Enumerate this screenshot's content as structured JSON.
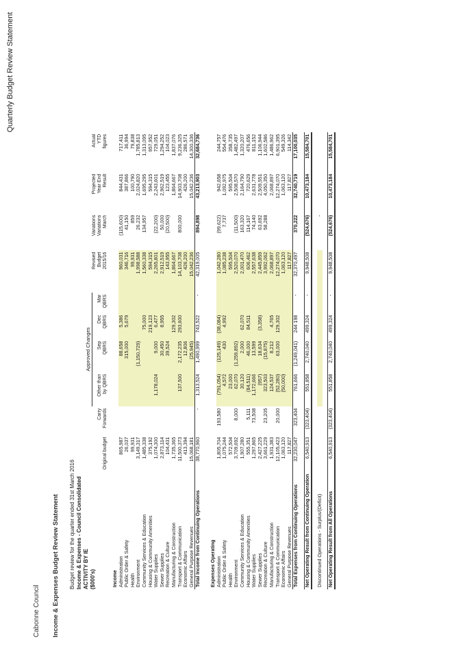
{
  "header": {
    "organisation": "Cabonne Council",
    "document_title": "Quarterly Budget Review Statement",
    "statement_title": "Income & Expenses Budget Review Statement",
    "period_line": "Budget review for the quarter ended 31st March 2016",
    "scope": "Income & Expenses - Council Consolidated",
    "activity": "ACTIVITY BY IE",
    "units": "($000's)"
  },
  "columns": {
    "approved_group": "Approved Changes",
    "original": "Original budget",
    "carry_1": "Carry",
    "carry_2": "Forwards",
    "other_1": "Other than",
    "other_2": "by QBRS",
    "sep_1": "Sep",
    "sep_2": "QBRS",
    "dec_1": "Dec",
    "dec_2": "QBRS",
    "mar_1": "Mar",
    "mar_2": "QBRS",
    "revised_1": "Revised",
    "revised_2": "Budget",
    "revised_3": "2015/16",
    "var_1": "Variations",
    "var_2": "Variations",
    "var_3": "March",
    "proj_1": "Projected",
    "proj_2": "Year End",
    "proj_3": "Result",
    "actual_1": "Actual",
    "actual_2": "YTD",
    "actual_3": "figures"
  },
  "rows": [
    {
      "type": "section",
      "label": "Income",
      "v": [
        "",
        "",
        "",
        "",
        "",
        "",
        "",
        "",
        "",
        ""
      ]
    },
    {
      "label": "Administration",
      "v": [
        "865,987",
        "",
        "",
        "88,658",
        "5,386",
        "",
        "960,031",
        "(115,600)",
        "844,431",
        "717,411"
      ]
    },
    {
      "label": "Public Order & Safety",
      "v": [
        "26,037",
        "",
        "",
        "315,000",
        "5,679",
        "",
        "346,716",
        "41,150",
        "387,866",
        "36,994"
      ]
    },
    {
      "label": "Health",
      "v": [
        "99,931",
        "",
        "",
        "",
        "",
        "",
        "99,931",
        "859",
        "100,790",
        "79,838"
      ]
    },
    {
      "label": "Environment",
      "v": [
        "3,149,317",
        "",
        "",
        "(1,150,729)",
        "",
        "",
        "1,998,588",
        "26,232",
        "2,024,820",
        "1,785,813"
      ]
    },
    {
      "label": "Community Services & Education",
      "v": [
        "1,485,338",
        "",
        "",
        "",
        "75,000",
        "",
        "1,560,338",
        "134,957",
        "1,695,295",
        "1,313,095"
      ]
    },
    {
      "label": "Housing & Community Amenities",
      "v": [
        "375,192",
        "",
        "",
        "",
        "219,123",
        "",
        "594,315",
        "",
        "594,315",
        "957,952"
      ]
    },
    {
      "label": "Water Supplies",
      "v": [
        "1,074,300",
        "",
        "1,178,024",
        "9,000",
        "6,477",
        "",
        "2,265,801",
        "(22,200)",
        "2,243,601",
        "729,051"
      ]
    },
    {
      "label": "Sewer Supplies",
      "v": [
        "2,873,114",
        "",
        "",
        "30,450",
        "8,955",
        "",
        "2,912,519",
        "50,000",
        "2,962,519",
        "1,294,252"
      ]
    },
    {
      "label": "Recreation & Culture",
      "v": [
        "104,431",
        "",
        "",
        "39,524",
        "",
        "",
        "143,955",
        "(20,500)",
        "123,455",
        "104,023"
      ]
    },
    {
      "label": "Manufacturing & Construction",
      "v": [
        "1,735,365",
        "",
        "",
        "",
        "129,302",
        "",
        "1,864,667",
        "",
        "1,864,667",
        "1,837,076"
      ]
    },
    {
      "label": "Transport & Communication",
      "v": [
        "11,500,373",
        "",
        "137,500",
        "2,172,235",
        "293,600",
        "",
        "14,103,708",
        "800,000",
        "14,903,708",
        "9,236,325"
      ]
    },
    {
      "label": "Economic Affairs",
      "v": [
        "413,394",
        "",
        "",
        "12,806",
        "",
        "",
        "426,200",
        "",
        "426,200",
        "286,571"
      ]
    },
    {
      "label": "General Purpose Revenues",
      "v": [
        "15,068,181",
        "",
        "",
        "(25,945)",
        "",
        "",
        "15,042,236",
        "",
        "15,042,236",
        "14,300,336"
      ]
    },
    {
      "type": "total",
      "label": "Total Income from Continuing Operations",
      "v": [
        "38,770,960",
        "-",
        "1,313,524",
        "1,490,999",
        "743,522",
        "-",
        "42,319,005",
        "894,898",
        "43,213,903",
        "32,684,736"
      ]
    },
    {
      "type": "gap",
      "label": "",
      "v": [
        "",
        "",
        "",
        "",
        "",
        "",
        "",
        "",
        "",
        ""
      ]
    },
    {
      "type": "section",
      "label": "Expenses Operating",
      "v": [
        "",
        "",
        "",
        "",
        "",
        "",
        "",
        "",
        "",
        ""
      ]
    },
    {
      "label": "Administration",
      "v": [
        "1,805,704",
        "193,580",
        "(791,054)",
        "(125,149)",
        "(38,084)",
        "",
        "1,042,280",
        "(99,622)",
        "942,658",
        "244,757"
      ]
    },
    {
      "label": "Public Order & Safety",
      "v": [
        "1,075,244",
        "",
        "4,572",
        "430",
        "4,992",
        "",
        "1,085,238",
        "7,737",
        "1,092,975",
        "554,476"
      ]
    },
    {
      "label": "Health",
      "v": [
        "572,504",
        "",
        "23,000",
        "",
        "",
        "",
        "595,504",
        "",
        "595,504",
        "358,735"
      ]
    },
    {
      "label": "Environment",
      "v": [
        "3,709,692",
        "8,000",
        "62,070",
        "(1,259,892)",
        "",
        "",
        "2,520,070",
        "(11,500)",
        "2,508,570",
        "1,482,497"
      ]
    },
    {
      "label": "Community Services & Education",
      "v": [
        "1,907,280",
        "",
        "30,120",
        "2,000",
        "62,070",
        "",
        "2,001,470",
        "163,320",
        "2,164,790",
        "1,320,207"
      ]
    },
    {
      "label": "Housing & Community Amenities",
      "v": [
        "555,351",
        "5,111",
        "(84,511)",
        "46,000",
        "84,511",
        "",
        "606,462",
        "114,167",
        "720,629",
        "476,656"
      ]
    },
    {
      "label": "Water Supplies",
      "v": [
        "1,297,865",
        "73,508",
        "1,172,666",
        "13,599",
        "",
        "",
        "2,557,638",
        "74,140",
        "2,631,778",
        "811,152"
      ]
    },
    {
      "label": "Sewer Supplies",
      "v": [
        "2,427,225",
        "",
        "(957)",
        "18,634",
        "(3,358)",
        "",
        "2,445,859",
        "63,692",
        "2,509,551",
        "1,106,944"
      ]
    },
    {
      "label": "Recreation & Culture",
      "v": [
        "3,661,229",
        "23,205",
        "323,503",
        "(15,875)",
        "",
        "",
        "3,992,062",
        "58,288",
        "4,050,350",
        "1,602,586"
      ]
    },
    {
      "label": "Manufacturing & Construction",
      "v": [
        "1,931,383",
        "",
        "124,537",
        "8,212",
        "4,765",
        "",
        "2,068,897",
        "",
        "2,068,897",
        "1,486,962"
      ]
    },
    {
      "label": "Transport & Communication",
      "v": [
        "12,105,423",
        "20,000",
        "(52,280)",
        "63,000",
        "129,302",
        "",
        "12,274,070",
        "",
        "12,274,070",
        "6,901,395"
      ]
    },
    {
      "label": "Economic Affairs",
      "v": [
        "1,063,120",
        "",
        "(50,000)",
        "",
        "",
        "",
        "1,063,120",
        "",
        "1,063,120",
        "549,326"
      ]
    },
    {
      "label": "General Purpose Revenues",
      "v": [
        "117,827",
        "",
        "",
        "",
        "",
        "",
        "117,827",
        "",
        "117,827",
        "114,342"
      ]
    },
    {
      "type": "total",
      "label": "Total Expenses from Continuing Operations",
      "v": [
        "32,230,047",
        "323,404",
        "761,666",
        "(1,249,041)",
        "244 198",
        "-",
        "32,370,497",
        "370,222",
        "32,740,719",
        "17,100,035"
      ]
    },
    {
      "type": "gap",
      "label": "",
      "v": [
        "",
        "",
        "",
        "",
        "",
        "",
        "",
        "",
        "",
        ""
      ]
    },
    {
      "type": "dbl",
      "label": "Net Operating Result from Continuing Operation",
      "v": [
        "6,540,913",
        "(323,404)",
        "551,858",
        "2,740,040",
        "499,324",
        "-",
        "9,948,508",
        "(524,676)",
        "10,473,184",
        "15,584,701"
      ]
    },
    {
      "type": "gap",
      "label": "",
      "v": [
        "",
        "",
        "",
        "",
        "",
        "",
        "",
        "",
        "",
        ""
      ]
    },
    {
      "label": "Discontinued Operations - Surplus/(Deficit)",
      "v": [
        "",
        "",
        "",
        "",
        "",
        "",
        "",
        "-",
        "",
        ""
      ]
    },
    {
      "type": "gap",
      "label": "",
      "v": [
        "",
        "",
        "",
        "",
        "",
        "",
        "",
        "",
        "",
        ""
      ]
    },
    {
      "type": "dbl",
      "label": "Net Operating Result from All Operations",
      "v": [
        "6,540,913",
        "(323,404)",
        "551,858",
        "2,740,040",
        "499,324",
        "-",
        "9,948,508",
        "(524,676)",
        "10,473,184",
        "15,584,701"
      ]
    }
  ]
}
